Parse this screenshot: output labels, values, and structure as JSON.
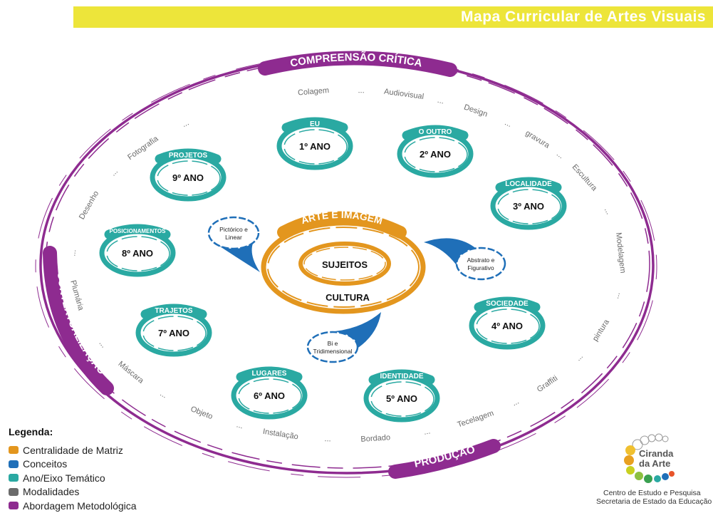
{
  "header": {
    "title": "Mapa Curricular de Artes Visuais"
  },
  "colors": {
    "centralidade": "#e3961e",
    "conceitos": "#1f6fb8",
    "ano": "#2aa9a2",
    "modalidades": "#6b6b6b",
    "abordagem": "#8e2b90"
  },
  "approaches": {
    "top": "COMPREENSÃO CRÍTICA",
    "bottom": "PRODUÇÃO",
    "left": "CONTEXTUALIZAÇÃO"
  },
  "center": {
    "arc_label": "ARTE E IMAGEM",
    "inner": "SUJEITOS",
    "outer": "CULTURA"
  },
  "concepts": {
    "c1": [
      "Pictórico e",
      "Linear"
    ],
    "c2": [
      "Abstrato e",
      "Figurativo"
    ],
    "c3": [
      "Bi e",
      "Tridimensional"
    ]
  },
  "years": [
    {
      "theme": "EU",
      "year": "1º ANO"
    },
    {
      "theme": "O OUTRO",
      "year": "2º ANO"
    },
    {
      "theme": "LOCALIDADE",
      "year": "3º ANO"
    },
    {
      "theme": "SOCIEDADE",
      "year": "4º ANO"
    },
    {
      "theme": "IDENTIDADE",
      "year": "5º ANO"
    },
    {
      "theme": "LUGARES",
      "year": "6º ANO"
    },
    {
      "theme": "TRAJETOS",
      "year": "7º ANO"
    },
    {
      "theme": "POSICIONAMENTOS",
      "year": "8º ANO"
    },
    {
      "theme": "PROJETOS",
      "year": "9º ANO"
    }
  ],
  "modalities": [
    "Colagem",
    "...",
    "Audiovisual",
    "...",
    "Design",
    "...",
    "gravura",
    "...",
    "Escultura",
    "...",
    "Modelagem",
    "...",
    "pintura",
    "...",
    "Graffiti",
    "...",
    "Tecelagem",
    "...",
    "Bordado",
    "...",
    "Instalação",
    "...",
    "Objeto",
    "...",
    "Máscara",
    "...",
    "Plumária",
    "...",
    "Desenho",
    "...",
    "Fotografia",
    "..."
  ],
  "legend": {
    "title": "Legenda:",
    "items": [
      {
        "label": "Centralidade de Matriz",
        "color": "#e3961e"
      },
      {
        "label": "Conceitos",
        "color": "#1f6fb8"
      },
      {
        "label": "Ano/Eixo Temático",
        "color": "#2aa9a2"
      },
      {
        "label": "Modalidades",
        "color": "#6b6b6b"
      },
      {
        "label": "Abordagem Metodológica",
        "color": "#8e2b90"
      }
    ]
  },
  "logo": {
    "name_line1": "Ciranda",
    "name_line2": "da Arte",
    "line1": "Centro de Estudo e Pesquisa",
    "line2": "Secretaria de Estado da Educação"
  }
}
